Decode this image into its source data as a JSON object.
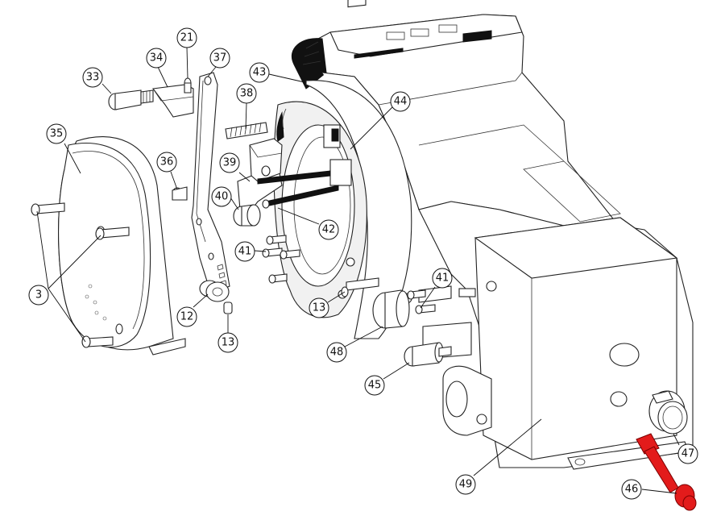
{
  "callouts": [
    {
      "id": "c21",
      "label": "21"
    },
    {
      "id": "c34",
      "label": "34"
    },
    {
      "id": "c37",
      "label": "37"
    },
    {
      "id": "c33",
      "label": "33"
    },
    {
      "id": "c43",
      "label": "43"
    },
    {
      "id": "c38",
      "label": "38"
    },
    {
      "id": "c44",
      "label": "44"
    },
    {
      "id": "c35",
      "label": "35"
    },
    {
      "id": "c36",
      "label": "36"
    },
    {
      "id": "c39",
      "label": "39"
    },
    {
      "id": "c40",
      "label": "40"
    },
    {
      "id": "c42",
      "label": "42"
    },
    {
      "id": "c41a",
      "label": "41"
    },
    {
      "id": "c3",
      "label": "3"
    },
    {
      "id": "c12",
      "label": "12"
    },
    {
      "id": "c13a",
      "label": "13"
    },
    {
      "id": "c13b",
      "label": "13"
    },
    {
      "id": "c41b",
      "label": "41"
    },
    {
      "id": "c48",
      "label": "48"
    },
    {
      "id": "c45",
      "label": "45"
    },
    {
      "id": "c47",
      "label": "47"
    },
    {
      "id": "c49",
      "label": "49"
    },
    {
      "id": "c46",
      "label": "46"
    }
  ],
  "colors": {
    "highlight": "#e31b1b",
    "line": "#222222",
    "background": "#ffffff"
  }
}
